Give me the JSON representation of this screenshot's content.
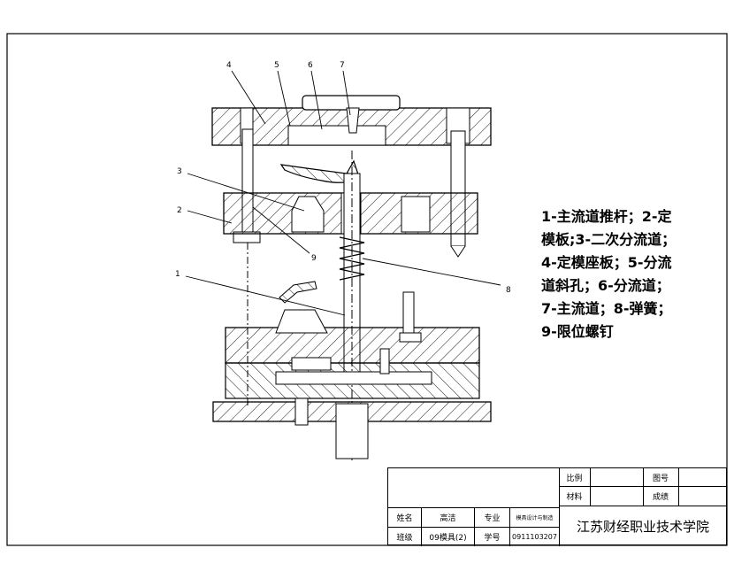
{
  "callouts": [
    "1",
    "2",
    "3",
    "4",
    "5",
    "6",
    "7",
    "8",
    "9"
  ],
  "legend": [
    "1-主流道推杆；2-定",
    "模板;3-二次分流道；",
    "4-定模座板；5-分流",
    "道斜孔；6-分流道；",
    "7-主流道；8-弹簧；",
    "9-限位螺钉"
  ],
  "title_block": {
    "scale_label": "比例",
    "drawing_no_label": "图号",
    "material_label": "材料",
    "grade_label": "成绩",
    "name_label": "姓名",
    "name_value": "高洁",
    "major_label": "专业",
    "major_value": "模具设计与制造",
    "class_label": "班级",
    "class_value": "09模具(2)",
    "student_no_label": "学号",
    "student_no_value": "0911103207",
    "school": "江苏财经职业技术学院"
  }
}
